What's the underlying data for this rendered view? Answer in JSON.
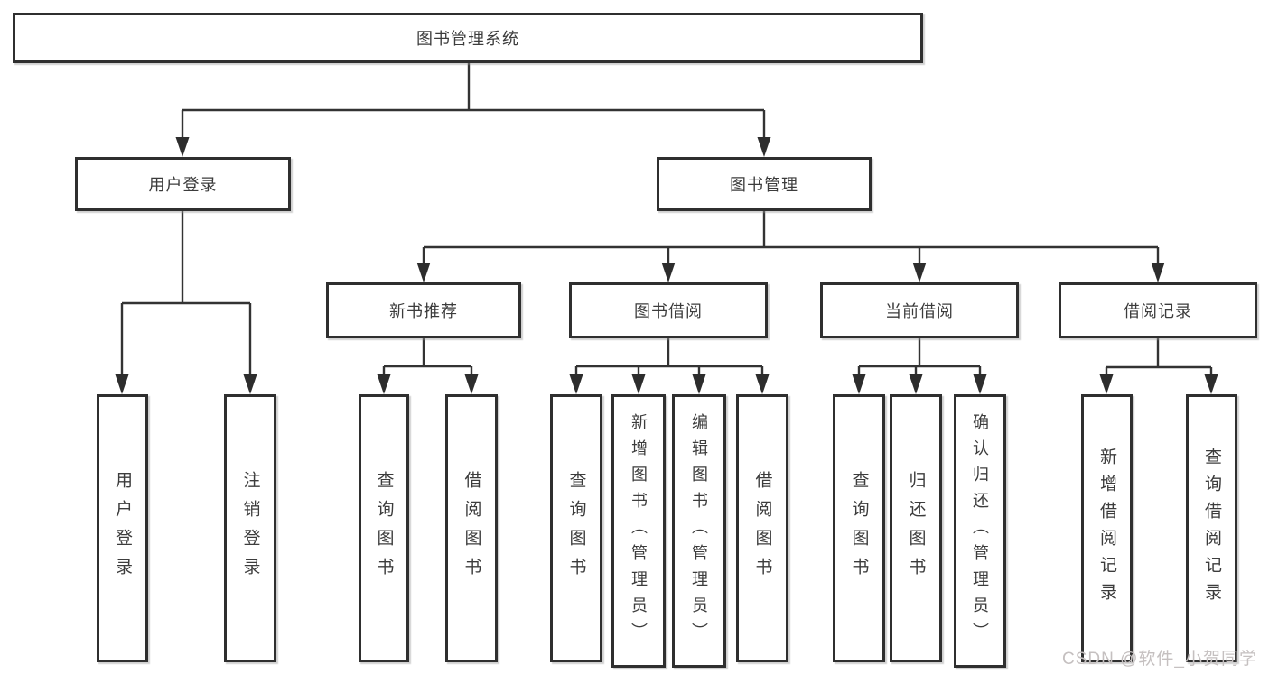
{
  "tree": {
    "root": {
      "label": "图书管理系统",
      "children": [
        {
          "label": "用户登录",
          "children": [
            {
              "label": "用户登录"
            },
            {
              "label": "注销登录"
            }
          ]
        },
        {
          "label": "图书管理",
          "children": [
            {
              "label": "新书推荐",
              "children": [
                {
                  "label": "查询图书"
                },
                {
                  "label": "借阅图书"
                }
              ]
            },
            {
              "label": "图书借阅",
              "children": [
                {
                  "label": "查询图书"
                },
                {
                  "label": "新增图书（管理员）"
                },
                {
                  "label": "编辑图书（管理员）"
                },
                {
                  "label": "借阅图书"
                }
              ]
            },
            {
              "label": "当前借阅",
              "children": [
                {
                  "label": "查询图书"
                },
                {
                  "label": "归还图书"
                },
                {
                  "label": "确认归还（管理员）"
                }
              ]
            },
            {
              "label": "借阅记录",
              "children": [
                {
                  "label": "新增借阅记录"
                },
                {
                  "label": "查询借阅记录"
                }
              ]
            }
          ]
        }
      ]
    }
  },
  "watermark": {
    "text": "CSDN @软件_小贺同学"
  },
  "colors": {
    "line": "#333333",
    "box_border": "#2f2f2f",
    "text": "#3c3c3c",
    "watermark": "#c5c0c0",
    "background": "#ffffff"
  }
}
